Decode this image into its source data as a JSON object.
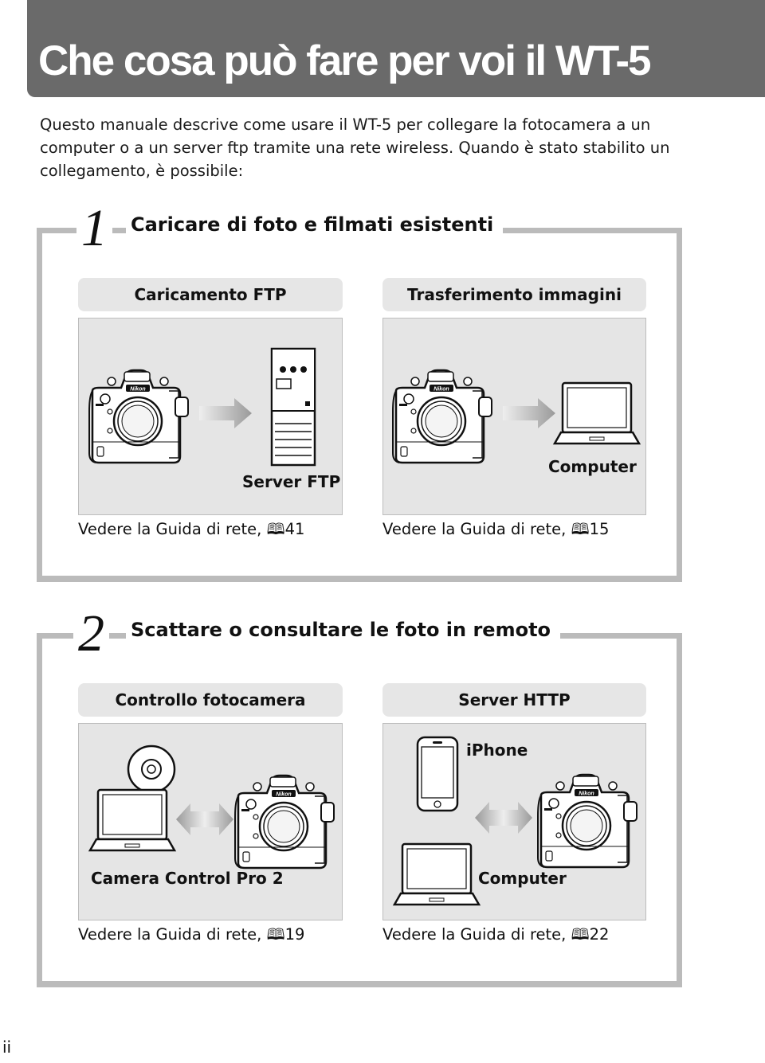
{
  "page": {
    "title": "Che cosa può fare per voi il WT-5",
    "intro": "Questo manuale descrive come usare il WT-5 per collegare la fotocamera a un computer o a un server ftp tramite una rete wireless. Quando è stato stabilito un collegamento, è possibile:",
    "page_number": "ii"
  },
  "sections": [
    {
      "number": "1",
      "heading": "Caricare di foto e filmati esistenti",
      "panels": [
        {
          "pill": "Caricamento FTP",
          "device_label": "Server FTP",
          "ref": "Vedere la Guida di rete, ",
          "ref_page": "41",
          "icons": [
            "camera-icon",
            "arrow-right-icon",
            "ftp-server-icon"
          ]
        },
        {
          "pill": "Trasferimento immagini",
          "device_label": "Computer",
          "ref": "Vedere la Guida di rete, ",
          "ref_page": "15",
          "icons": [
            "camera-icon",
            "arrow-right-icon",
            "laptop-icon"
          ]
        }
      ]
    },
    {
      "number": "2",
      "heading": "Scattare o consultare le foto in remoto",
      "panels": [
        {
          "pill": "Controllo fotocamera",
          "device_label": "Camera Control Pro 2",
          "ref": "Vedere la Guida di rete, ",
          "ref_page": "19",
          "icons": [
            "cd-icon",
            "laptop-icon",
            "arrow-double-icon",
            "camera-icon"
          ]
        },
        {
          "pill": "Server HTTP",
          "device_label_1": "iPhone",
          "device_label_2": "Computer",
          "ref": "Vedere la Guida di rete, ",
          "ref_page": "22",
          "icons": [
            "iphone-icon",
            "laptop-icon",
            "arrow-double-icon",
            "camera-icon"
          ]
        }
      ]
    }
  ],
  "camera_brand": "Nikon",
  "ref_symbol": "book-icon"
}
